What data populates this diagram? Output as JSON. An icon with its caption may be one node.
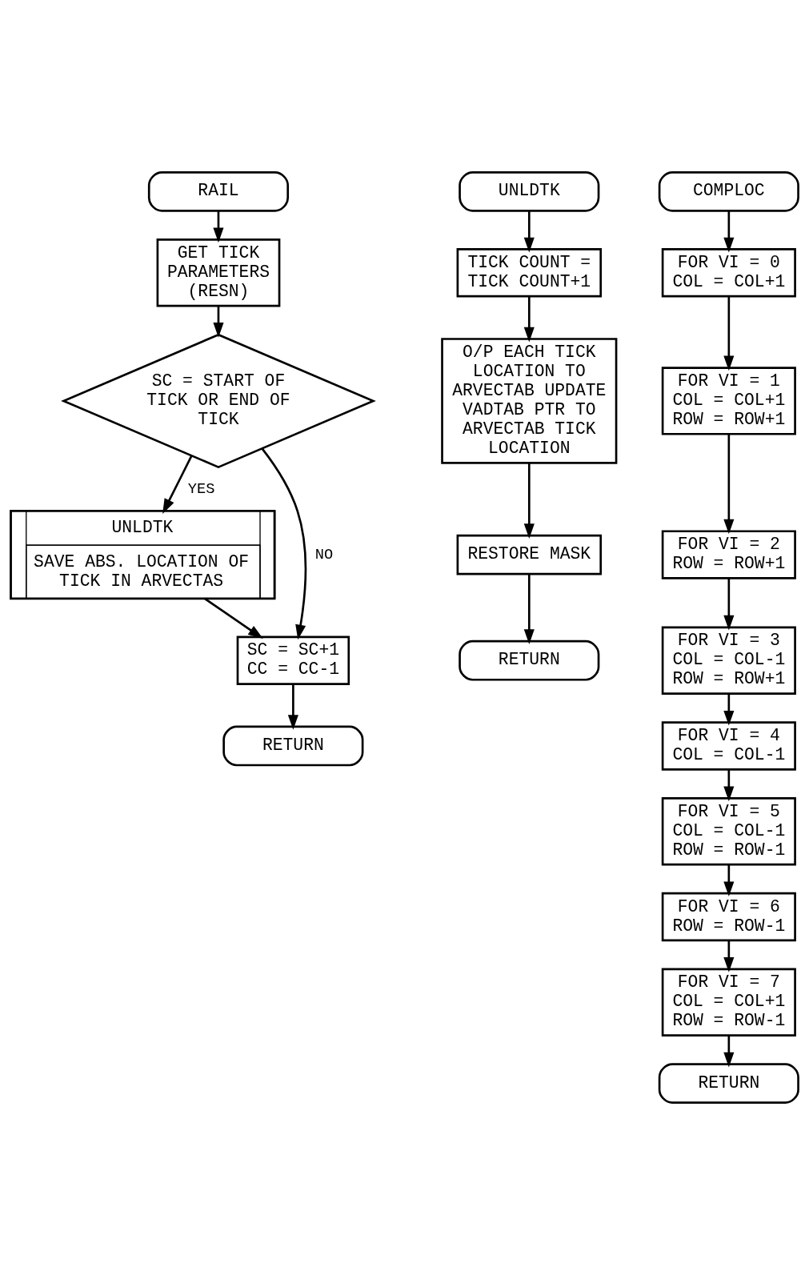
{
  "diagram": {
    "nodes": [
      {
        "text": [
          "RAIL"
        ]
      },
      {
        "text": [
          "GET TICK PARAMETERS (RESN)"
        ]
      },
      {
        "text": [
          "SC = START OF TICK OR END OF TICK"
        ]
      },
      {
        "text": [
          "UNLDTK",
          "SAVE ABS. LOCATION OF TICK IN ARVECTAS"
        ]
      },
      {
        "text": [
          "SC = SC+1 CC = CC-1"
        ]
      },
      {
        "text": [
          "RETURN"
        ]
      },
      {
        "text": [
          "UNLDTK"
        ]
      },
      {
        "text": [
          "TICK COUNT = TICK COUNT+1"
        ]
      },
      {
        "text": [
          "O/P EACH TICK LOCATION TO ARVECTAB UPDATE VADTAB PTR TO ARVECTAB TICK LOCATION"
        ]
      },
      {
        "text": [
          "RESTORE MASK"
        ]
      },
      {
        "text": [
          "RETURN"
        ]
      },
      {
        "text": [
          "COMPLOC"
        ]
      },
      {
        "text": [
          "FOR VI = 0 COL = COL+1"
        ]
      },
      {
        "text": [
          "FOR VI = 1 COL = COL+1 ROW = ROW+1"
        ]
      },
      {
        "text": [
          "FOR VI = 2 ROW = ROW+1"
        ]
      },
      {
        "text": [
          "FOR VI = 3 COL = COL-1 ROW = ROW+1"
        ]
      },
      {
        "text": [
          "FOR VI = 4 COL = COL-1"
        ]
      },
      {
        "text": [
          "FOR VI = 5 COL = COL-1 ROW = ROW-1"
        ]
      },
      {
        "text": [
          "FOR VI = 6 ROW = ROW-1"
        ]
      },
      {
        "text": [
          "FOR VI = 7 COL = COL+1 ROW = ROW-1"
        ]
      },
      {
        "text": [
          "RETURN"
        ]
      }
    ],
    "edges": [
      {
        "from": 0,
        "to": 1,
        "arrow": "to"
      },
      {
        "from": 1,
        "to": 2,
        "arrow": "to"
      },
      {
        "from": 2,
        "to": 3,
        "arrow": "to",
        "label": "YES"
      },
      {
        "from": 2,
        "to": 4,
        "arrow": "to",
        "label": "NO"
      },
      {
        "from": 3,
        "to": 4,
        "arrow": "to"
      },
      {
        "from": 4,
        "to": 5,
        "arrow": "to"
      },
      {
        "from": 6,
        "to": 7,
        "arrow": "to"
      },
      {
        "from": 7,
        "to": 8,
        "arrow": "to"
      },
      {
        "from": 8,
        "to": 9,
        "arrow": "to"
      },
      {
        "from": 9,
        "to": 10,
        "arrow": "to"
      },
      {
        "from": 11,
        "to": 12,
        "arrow": "to"
      },
      {
        "from": 12,
        "to": 13,
        "arrow": "to"
      },
      {
        "from": 13,
        "to": 14,
        "arrow": "to"
      },
      {
        "from": 14,
        "to": 15,
        "arrow": "to"
      },
      {
        "from": 15,
        "to": 16,
        "arrow": "to"
      },
      {
        "from": 16,
        "to": 17,
        "arrow": "to"
      },
      {
        "from": 17,
        "to": 18,
        "arrow": "to"
      },
      {
        "from": 18,
        "to": 19,
        "arrow": "to"
      },
      {
        "from": 19,
        "to": 20,
        "arrow": "to"
      }
    ]
  }
}
